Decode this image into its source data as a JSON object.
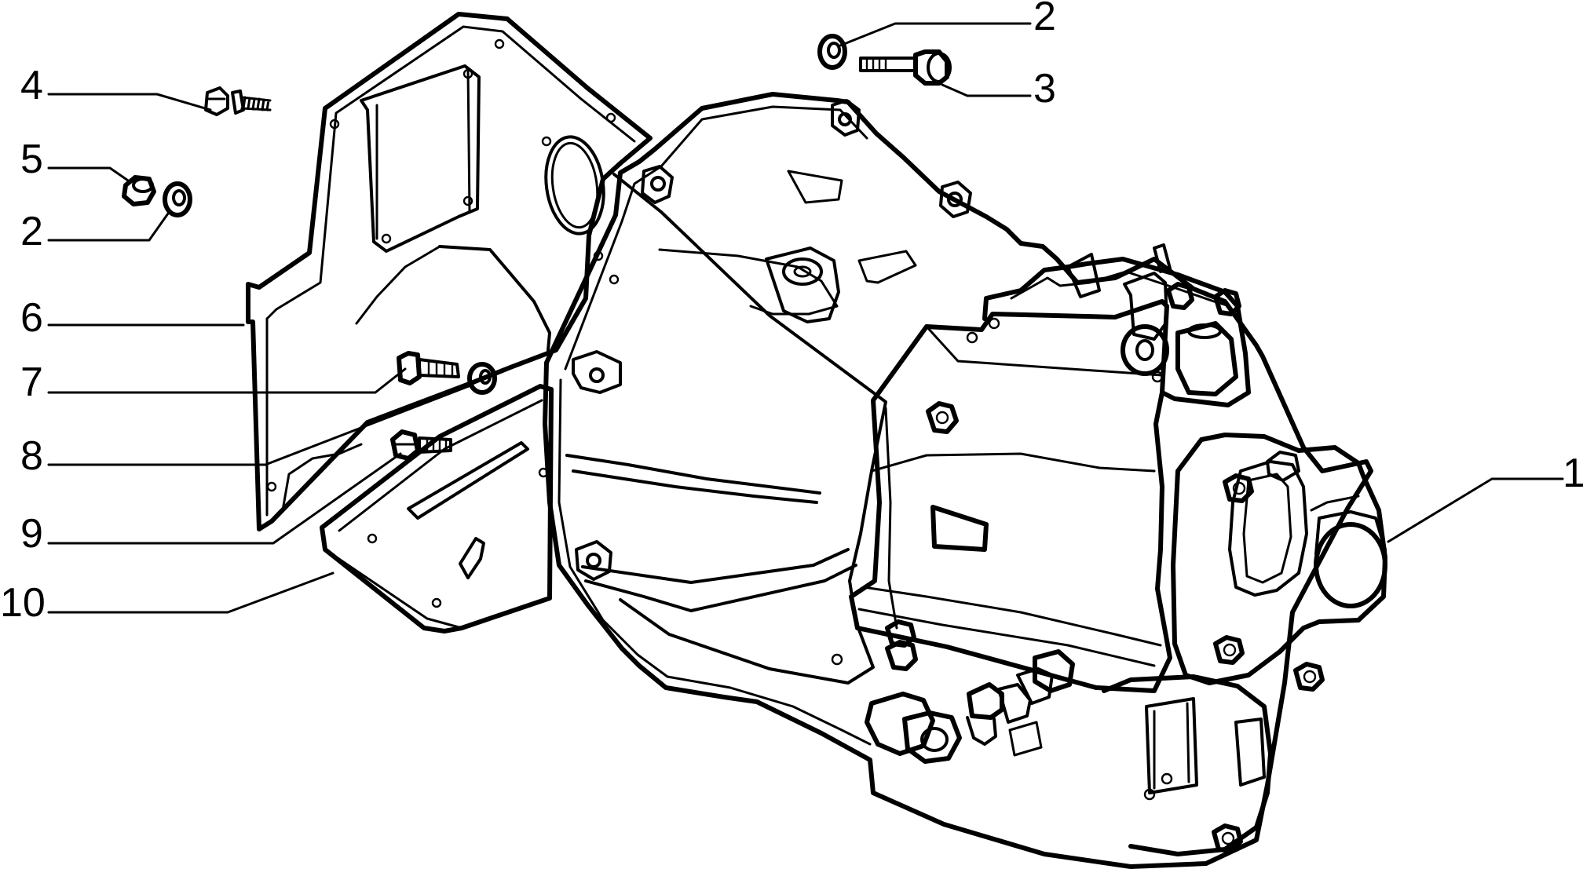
{
  "callouts": [
    {
      "id": "c1",
      "text": "1"
    },
    {
      "id": "c2a",
      "text": "2"
    },
    {
      "id": "c3",
      "text": "3"
    },
    {
      "id": "c4",
      "text": "4"
    },
    {
      "id": "c5",
      "text": "5"
    },
    {
      "id": "c2b",
      "text": "2"
    },
    {
      "id": "c6",
      "text": "6"
    },
    {
      "id": "c7",
      "text": "7"
    },
    {
      "id": "c8",
      "text": "8"
    },
    {
      "id": "c9",
      "text": "9"
    },
    {
      "id": "c10",
      "text": "10"
    }
  ],
  "parts": {
    "p1": "gearbox-housing",
    "p2": "washer",
    "p3": "bolt",
    "p4": "stud-bolt",
    "p5": "nut",
    "p6": "cover-plate",
    "p7": "bolt",
    "p8": "washer",
    "p9": "stud-bolt",
    "p10": "lower-cover-plate"
  },
  "colors": {
    "line": "#000000",
    "background": "#ffffff"
  }
}
